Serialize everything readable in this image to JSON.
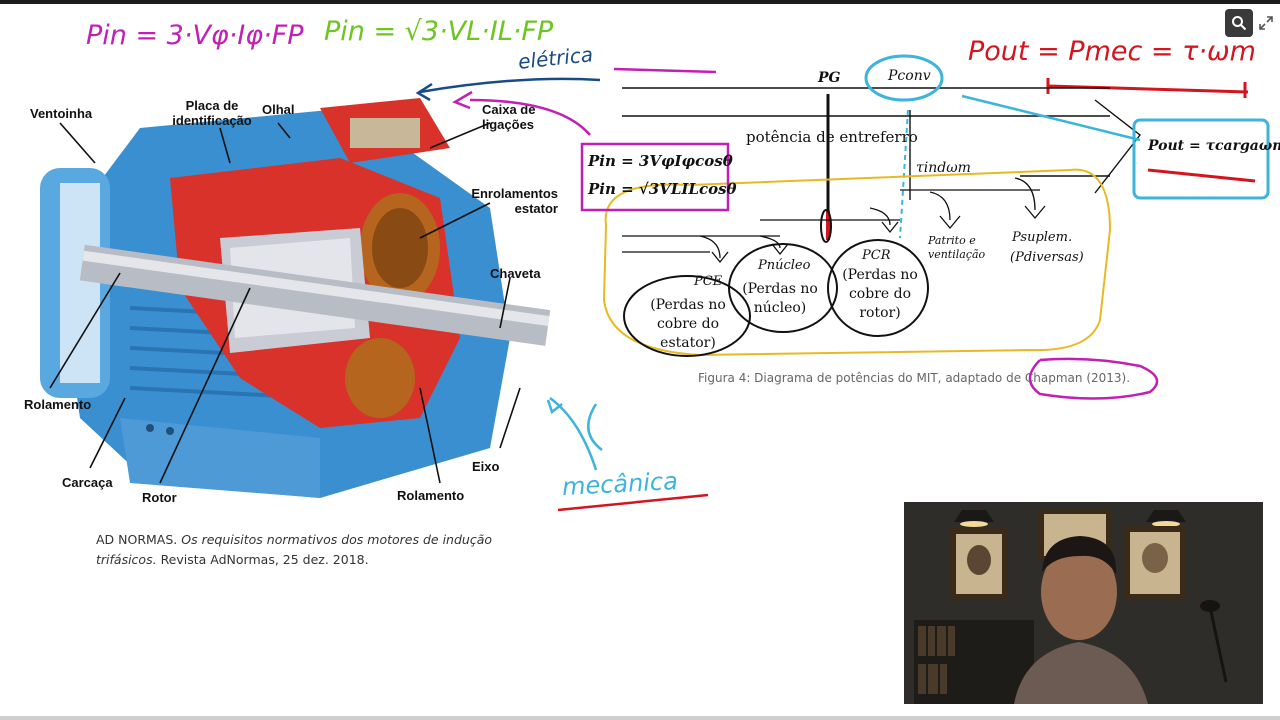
{
  "handwriting": {
    "pin_phase": "Pin = 3·Vφ·Iφ·FP",
    "pin_line": "Pin = √3·VL·IL·FP",
    "eletrica": "elétrica",
    "pout_mec": "Pout = Pmec = τ·ωm",
    "mecanica": "mecânica"
  },
  "motor_labels": {
    "ventoinha": "Ventoinha",
    "placa": "Placa de identificação",
    "olhal": "Olhal",
    "caixa": "Caixa de ligações",
    "enrolamentos": "Enrolamentos estator",
    "chaveta": "Chaveta",
    "rolamento_left": "Rolamento",
    "carcaca": "Carcaça",
    "rotor": "Rotor",
    "rolamento_bottom": "Rolamento",
    "eixo": "Eixo"
  },
  "source_caption": {
    "author": "AD NORMAS.",
    "title": "Os requisitos normativos dos motores de indução trifásicos.",
    "rest": "Revista AdNormas, 25 dez. 2018."
  },
  "power_diagram": {
    "pin_phase_eq": "Pin = 3VφIφcosθ",
    "pin_line_eq": "Pin = √3VLILcosθ",
    "pg": "PG",
    "pconv": "Pconv",
    "gap_label": "potência de entreferro",
    "tau_ind": "τindωm",
    "pout": "Pout = τcargaωm",
    "p_atrito": "Patrito e ventilação",
    "p_suplem": "Psuplem.",
    "p_diversas": "(Pdiversas)",
    "pce": "PCE",
    "pce_desc": "(Perdas no cobre do estator)",
    "pnucleo": "Pnúcleo",
    "pnucleo_desc": "(Perdas no núcleo)",
    "pcr": "PCR",
    "pcr_desc": "(Perdas no cobre do rotor)"
  },
  "figure_caption": "Figura 4: Diagrama de potências do MIT, adaptado de Chapman (2013).",
  "colors": {
    "magenta": "#c21fb4",
    "green": "#6cc521",
    "red": "#d4141e",
    "navy": "#1a4b86",
    "cyan": "#3cb4dc",
    "yellow": "#e8b923",
    "motor_blue": "#3a8fd0"
  },
  "icons": [
    "search-icon",
    "expand-icon"
  ]
}
